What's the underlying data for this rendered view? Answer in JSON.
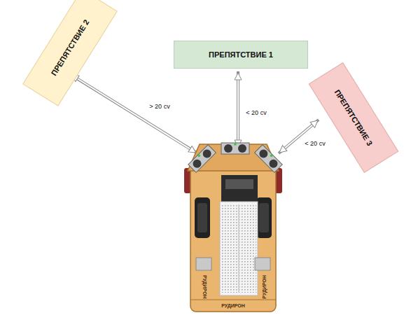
{
  "diagram": {
    "nodes": [
      {
        "text": [
          "ПРЕПЯТСТВИЕ 2"
        ]
      },
      {
        "text": [
          "ПРЕПЯТСТВИЕ 1"
        ]
      },
      {
        "text": [
          "ПРЕПЯТСТВИЕ 3"
        ]
      }
    ],
    "labels": [
      "> 20 cv",
      "< 20 cv",
      "< 20 cv",
      "РУДИРОН",
      "РУДИРОН",
      "РУДИРОН"
    ]
  }
}
